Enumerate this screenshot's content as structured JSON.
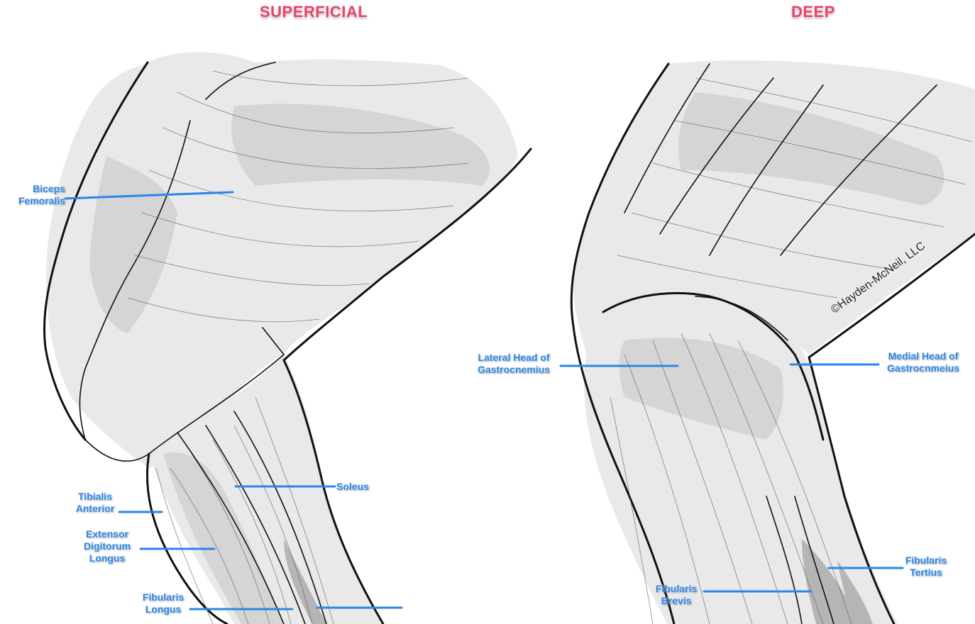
{
  "colors": {
    "heading": "#e8436b",
    "label": "#2a86e6",
    "leader_line": "#2a86e6",
    "outline": "#111111",
    "muscle_light": "#e9e9e9",
    "muscle_mid": "#cfcfcf",
    "muscle_dark": "#b5b5b5"
  },
  "panels": {
    "superficial": {
      "heading": "SUPERFICIAL",
      "labels": {
        "biceps_femoralis": [
          "Biceps",
          "Femoralis"
        ],
        "soleus": [
          "Soleus"
        ],
        "tibialis_anterior": [
          "Tibialis",
          "Anterior"
        ],
        "extensor_digitorum_longus": [
          "Extensor",
          "Digitorum",
          "Longus"
        ],
        "fibularis_longus": [
          "Fibularis",
          "Longus"
        ]
      }
    },
    "deep": {
      "heading": "DEEP",
      "labels": {
        "lateral_head_gastrocnemius": [
          "Lateral Head of",
          "Gastrocnemius"
        ],
        "medial_head_gastrocnmeius": [
          "Medial Head of",
          "Gastrocnmeius"
        ],
        "fibularis_tertius": [
          "Fibularis",
          "Tertius"
        ],
        "fibularis_brevis": [
          "Fibularis",
          "Brevis"
        ]
      }
    }
  },
  "copyright": "©Hayden-McNeil, LLC"
}
